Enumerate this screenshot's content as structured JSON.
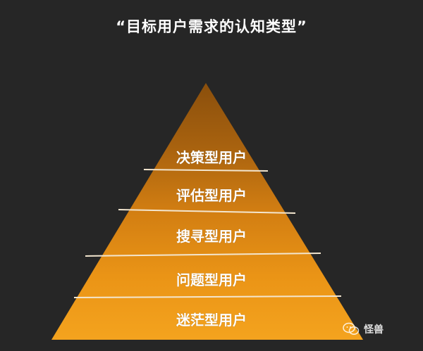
{
  "title": "“目标用户需求的认知类型”",
  "layers": [
    {
      "label": "决策型用户"
    },
    {
      "label": "评估型用户"
    },
    {
      "label": "搜寻型用户"
    },
    {
      "label": "问题型用户"
    },
    {
      "label": "迷茫型用户"
    }
  ],
  "watermark": {
    "text": "怪兽",
    "icon": "wechat-icon"
  },
  "colors": {
    "background": "#262626",
    "apex": "#8a4f0c",
    "mid": "#e08a12",
    "base": "#f3a11d",
    "divider": "#f3e6cf"
  }
}
